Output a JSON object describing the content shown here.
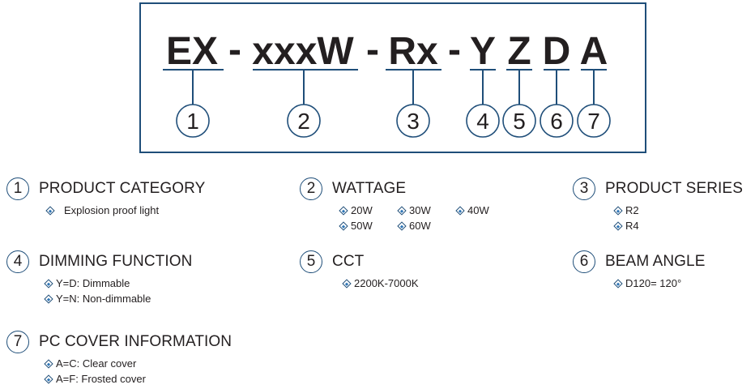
{
  "code": {
    "segments": [
      "EX",
      "xxxW",
      "Rx",
      "Y",
      "Z",
      "D",
      "A"
    ],
    "separator": "-",
    "numbers": [
      "1",
      "2",
      "3",
      "4",
      "5",
      "6",
      "7"
    ]
  },
  "legend": [
    {
      "num": "1",
      "title": "PRODUCT CATEGORY",
      "items": [
        "Explosion proof light"
      ]
    },
    {
      "num": "2",
      "title": "WATTAGE",
      "items": [
        "20W",
        "30W",
        "40W",
        "50W",
        "60W"
      ]
    },
    {
      "num": "3",
      "title": "PRODUCT SERIES",
      "items": [
        "R2",
        "R4"
      ]
    },
    {
      "num": "4",
      "title": "DIMMING FUNCTION",
      "items": [
        "Y=D: Dimmable",
        "Y=N: Non-dimmable"
      ]
    },
    {
      "num": "5",
      "title": "CCT",
      "items": [
        "2200K-7000K"
      ]
    },
    {
      "num": "6",
      "title": "BEAM ANGLE",
      "items": [
        "D120= 120°"
      ]
    },
    {
      "num": "7",
      "title": "PC COVER INFORMATION",
      "items": [
        "A=C: Clear cover",
        "A=F: Frosted cover"
      ]
    }
  ],
  "colors": {
    "accent": "#1f4e79",
    "bullet_fill": "#2e75b6",
    "text": "#231f20"
  }
}
